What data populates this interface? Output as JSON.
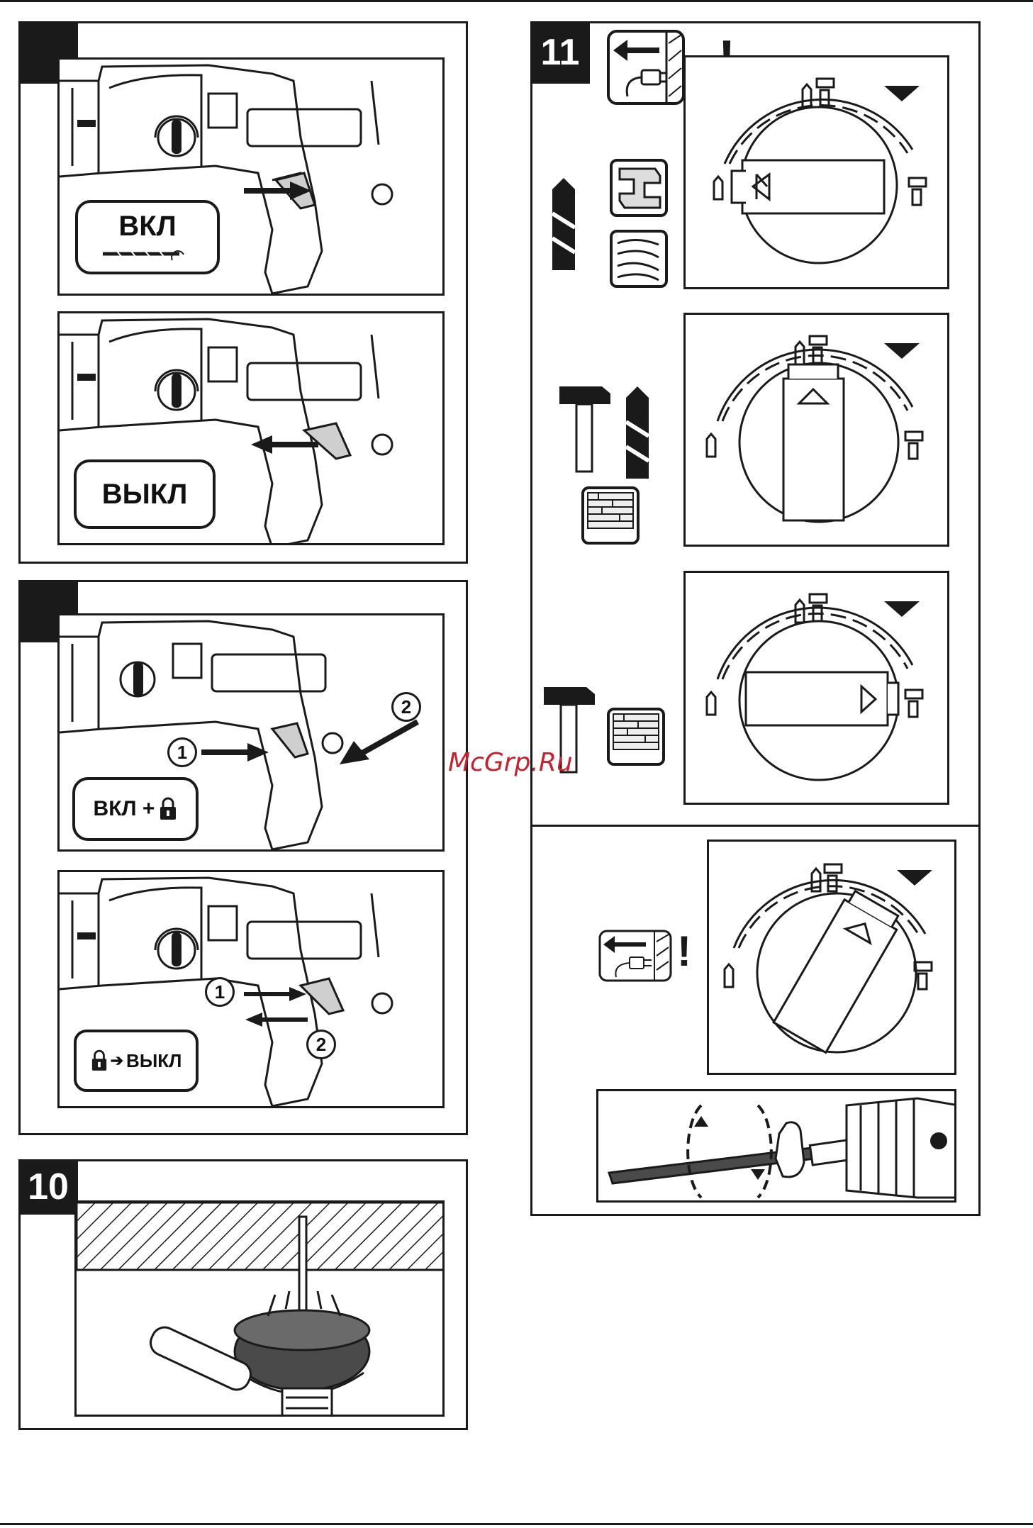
{
  "page": {
    "watermark": "McGrp.Ru"
  },
  "section_8": {
    "badge": "",
    "panel_on": {
      "label": "ВКЛ"
    },
    "panel_off": {
      "label": "ВЫКЛ"
    }
  },
  "section_9": {
    "badge": "",
    "panel_lock": {
      "label": "ВКЛ +",
      "step1": "1",
      "step2": "2"
    },
    "panel_unlock": {
      "label": "ВЫКЛ",
      "step1": "1",
      "step2": "2"
    }
  },
  "section_10": {
    "badge": "10"
  },
  "section_11": {
    "badge": "11"
  },
  "icons": {
    "unplug": "unplug-warning-icon",
    "drill_mode": "drill-bit-icon",
    "hammer_mode": "hammer-icon",
    "metal": "metal-profile-icon",
    "wood": "wood-grain-icon",
    "brick": "brick-wall-icon",
    "lock": "padlock-icon"
  },
  "colors": {
    "ink": "#1a1a1a",
    "paper": "#ffffff",
    "grey_fill": "#cfcfcf",
    "watermark": "#c8202c"
  }
}
